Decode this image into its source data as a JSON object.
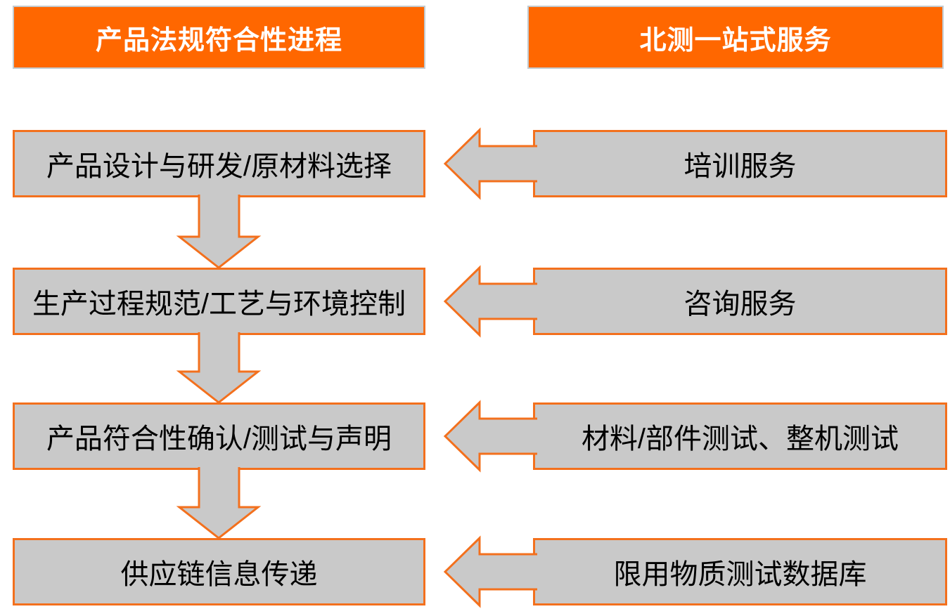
{
  "headers": {
    "left": "产品法规符合性进程",
    "right": "北测一站式服务"
  },
  "process": {
    "steps": [
      "产品设计与研发/原材料选择",
      "生产过程规范/工艺与环境控制",
      "产品符合性确认/测试与声明",
      "供应链信息传递"
    ]
  },
  "services": {
    "items": [
      "培训服务",
      "咨询服务",
      "材料/部件测试、整机测试",
      "限用物质测试数据库"
    ]
  },
  "icons": {
    "down_arrow": "flow-down-arrow-icon",
    "left_arrow": "service-left-arrow-icon"
  },
  "colors": {
    "orange_fill": "#ff6700",
    "orange_border": "#f3701d",
    "gray_fill": "#c9c9c9",
    "header_border_gray": "#c3cbd0",
    "header_text": "#ffffff",
    "body_text": "#000000"
  }
}
